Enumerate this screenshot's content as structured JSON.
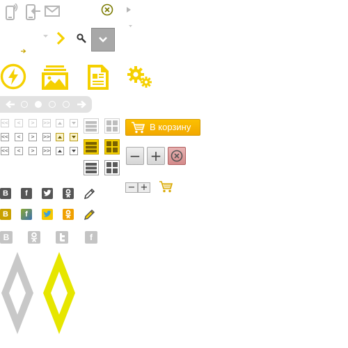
{
  "colors": {
    "accent": "#f5d000",
    "icon_gray": "#b5b5b5",
    "dark_gray": "#5a5a5a",
    "olive": "#7a7a00",
    "cart_button": "#f5b000",
    "reset": "#d48a8a"
  },
  "icons": {
    "row1": [
      "phone-signal-icon",
      "phone-login-icon",
      "mail-icon",
      "close-circle-icon",
      "caret-right-icon"
    ],
    "row2": [
      "caret-down-icon",
      "chevron-right-icon",
      "search-icon",
      "dropdown-icon"
    ],
    "row3": [
      "flash-icon",
      "gallery-icon",
      "document-icon",
      "gears-icon"
    ]
  },
  "carousel": {
    "dots": 4,
    "active_index": 1
  },
  "pager_symbols": {
    "first": "<<",
    "prev": "<",
    "next": ">",
    "last": ">>"
  },
  "cart_button": {
    "label": "В корзину"
  },
  "stepper": {
    "minus": "−",
    "plus": "+"
  },
  "social": {
    "row1": [
      "В",
      "f",
      "t",
      "ok",
      "pencil"
    ],
    "row2": [
      "В",
      "f",
      "t",
      "ok",
      "pencil"
    ],
    "row3": [
      "В",
      "ok",
      "t",
      "f"
    ]
  }
}
